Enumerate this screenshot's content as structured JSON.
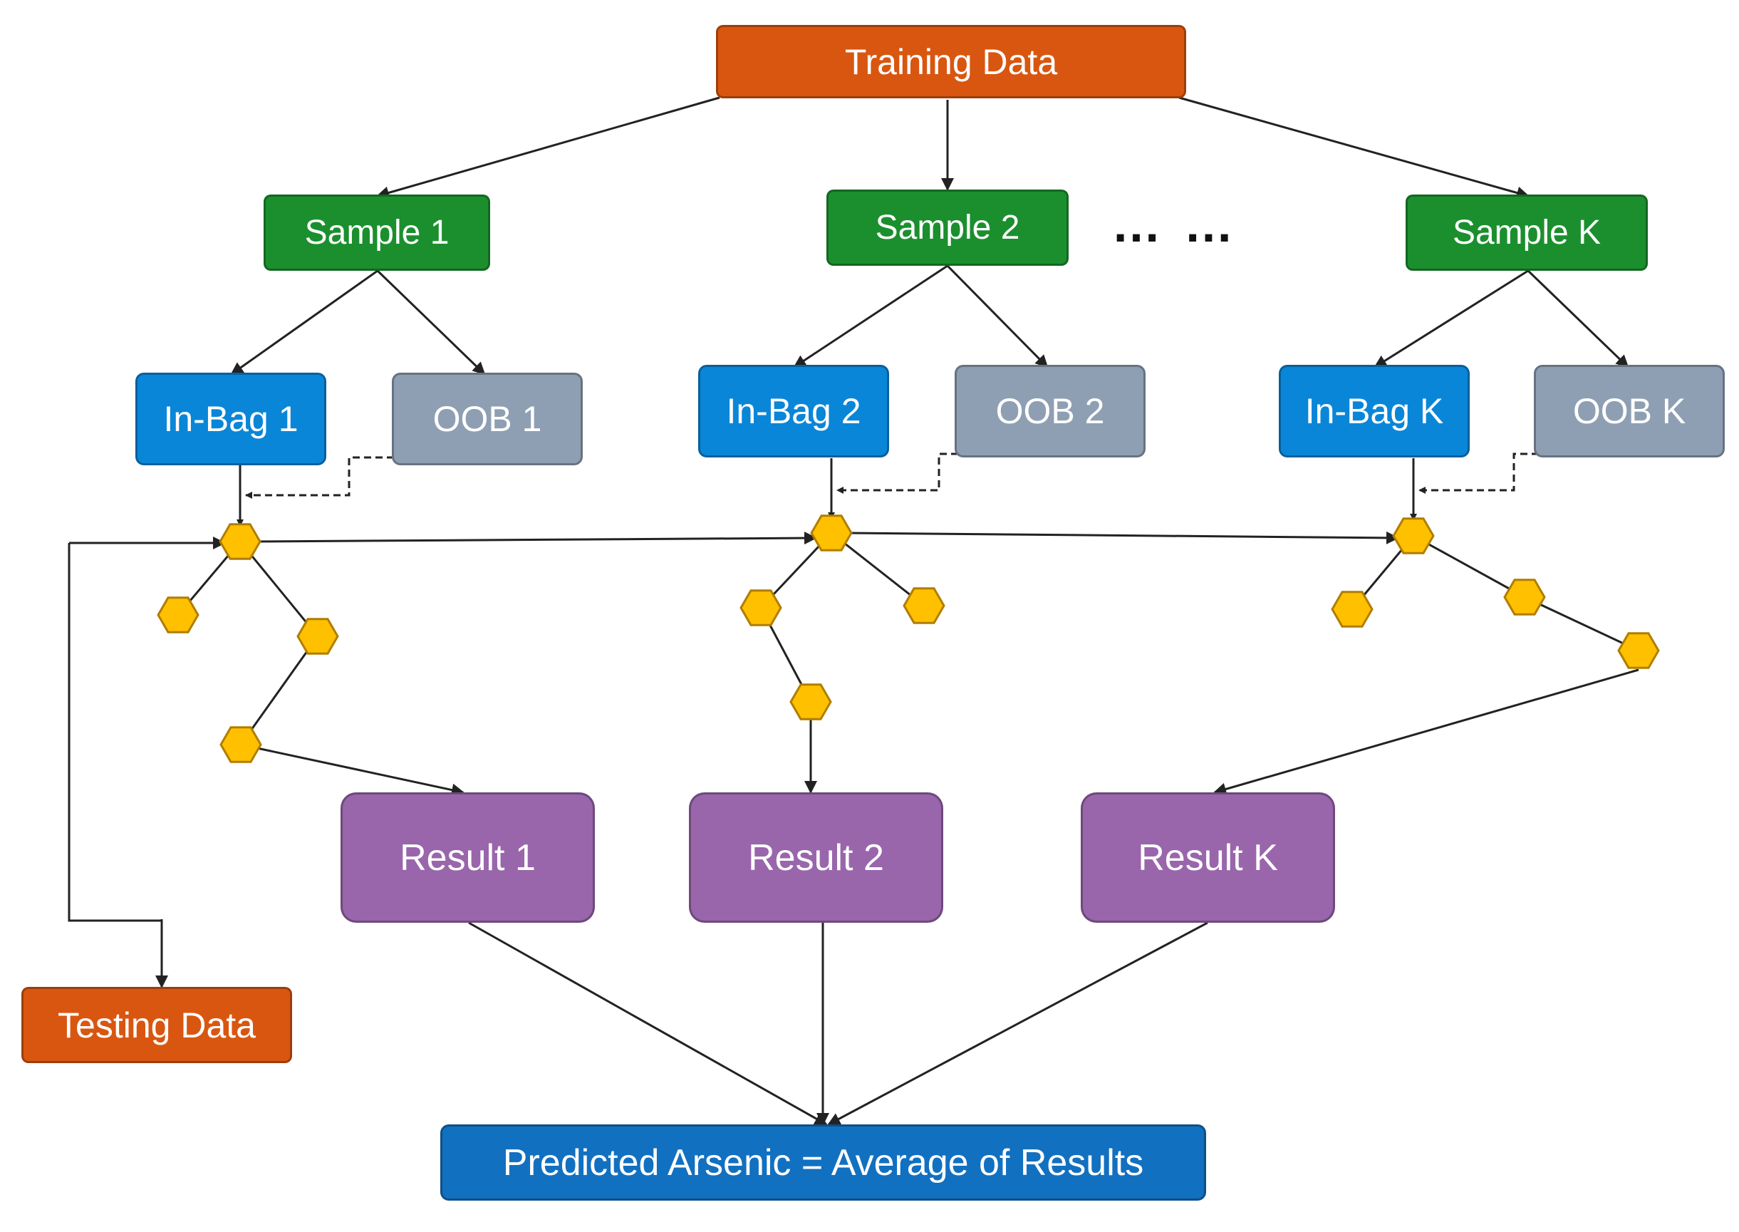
{
  "labels": {
    "training": "Training Data",
    "sample1": "Sample 1",
    "sample2": "Sample 2",
    "sampleK": "Sample K",
    "inbag1": "In-Bag 1",
    "oob1": "OOB 1",
    "inbag2": "In-Bag 2",
    "oob2": "OOB 2",
    "inbagK": "In-Bag K",
    "oobK": "OOB K",
    "result1": "Result 1",
    "result2": "Result 2",
    "resultK": "Result K",
    "testing": "Testing Data",
    "final": "Predicted Arsenic = Average of Results",
    "ellipsis": "… …"
  },
  "colors": {
    "data_box": "#d95610",
    "sample_box": "#1b8f2e",
    "inbag_box": "#0a86d8",
    "oob_box": "#8f9fb3",
    "result_box": "#9966ac",
    "final_box": "#1270c0",
    "tree_node": "#ffc000"
  }
}
